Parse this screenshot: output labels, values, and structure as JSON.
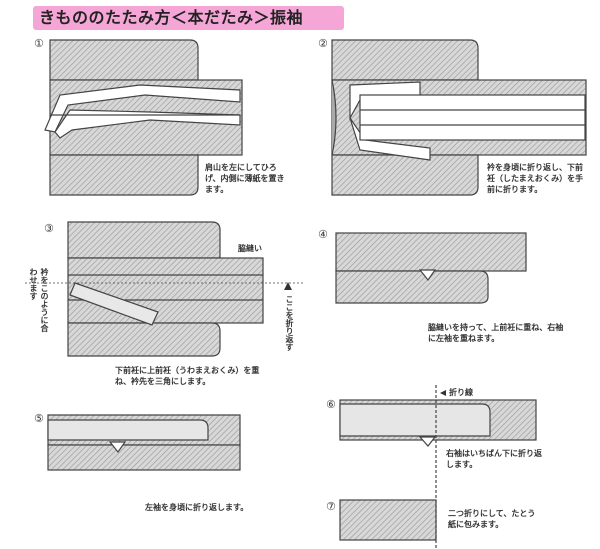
{
  "title": "きもののたたみ方＜本だたみ＞振袖",
  "steps": [
    {
      "number": "①",
      "caption": "肩山を左にしてひろげ、内側に薄紙を置きます。"
    },
    {
      "number": "②",
      "caption": "衿を身頃に折り返し、下前衽（したまえおくみ）を手前に折ります。"
    },
    {
      "number": "③",
      "caption": "下前衽に上前衽（うわまえおくみ）を重ね、衿先を三角にします。",
      "label_side_seam": "脇縫い",
      "label_left": "衿をこのように合わせます",
      "label_fold": "ここを折り返す"
    },
    {
      "number": "④",
      "caption": "脇縫いを持って、上前衽に重ね、右袖に左袖を重ねます。"
    },
    {
      "number": "⑤",
      "caption": "左袖を身頃に折り返します。"
    },
    {
      "number": "⑥",
      "caption": "右袖はいちばん下に折り返します。",
      "label_fold_line": "折り線"
    },
    {
      "number": "⑦",
      "caption": "二つ折りにして、たとう紙に包みます。"
    }
  ],
  "colors": {
    "title_bg": "#f5a6d6",
    "hatch": "#bdbdbd",
    "outline": "#444444"
  }
}
